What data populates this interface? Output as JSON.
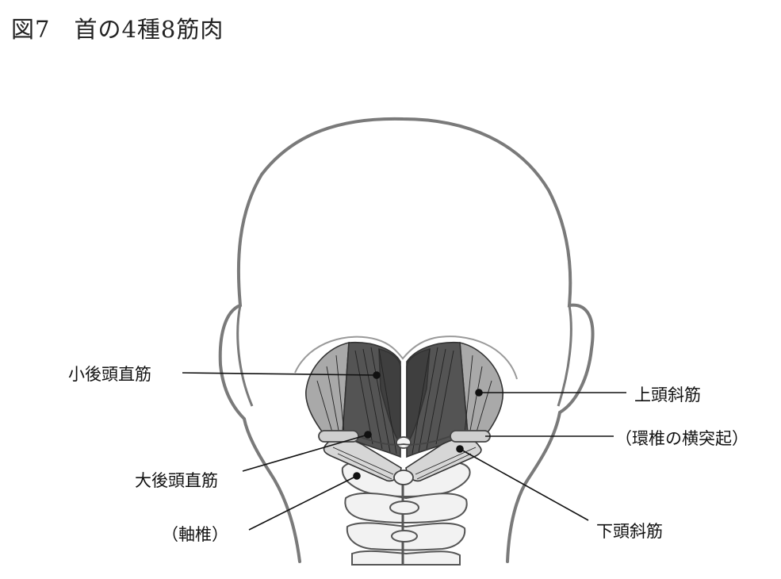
{
  "title": "図7　首の4種8筋肉",
  "labels": {
    "rectus_capitis_posterior_minor": "小後頭直筋",
    "obliquus_capitis_superior": "上頭斜筋",
    "transverse_process_atlas": "（環椎の横突起）",
    "rectus_capitis_posterior_major": "大後頭直筋",
    "axis": "（軸椎）",
    "obliquus_capitis_inferior": "下頭斜筋"
  },
  "colors": {
    "outline": "#7a7a7a",
    "muscle_dark": "#545454",
    "muscle_light": "#a9a9a9",
    "bone": "#f2f2f2",
    "leader": "#111111"
  }
}
